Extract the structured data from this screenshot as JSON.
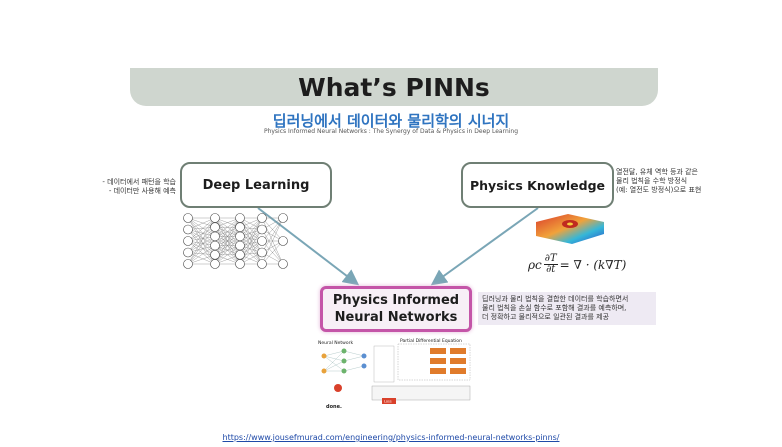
{
  "title": "What’s PINNs",
  "subtitle_ko": "딥러닝에서 데이터와 물리학의 시너지",
  "subtitle_en": "Physics Informed Neural Networks : The Synergy of Data & Physics in Deep Learning",
  "nodes": {
    "deep_learning": "Deep Learning",
    "physics_knowledge": "Physics Knowledge",
    "pinn_line1": "Physics Informed",
    "pinn_line2": "Neural Networks"
  },
  "notes": {
    "dl_line1": "- 데이터에서 패턴을 학습",
    "dl_line2": "- 데이터만 사용해 예측",
    "pk_line1": "열전달, 유체 역학 등과 같은",
    "pk_line2": "물리 법칙을 수학 방정식",
    "pk_line3": "(예: 열전도 방정식)으로 표현",
    "pinn_line1": "딥러닝과 물리 법칙을 결합한 데이터를 학습하면서",
    "pinn_line2": "물리 법칙을 손실 함수로 포함해 결과를 예측하며,",
    "pinn_line3": "더 정확하고 물리적으로 일관된 결과를 제공"
  },
  "equation": {
    "lhs_coef": "ρc",
    "num": "∂T",
    "den": "∂t",
    "rhs": "= ∇ · (k∇T)"
  },
  "mini_diagram": {
    "nn_label": "Neural Network",
    "pde_label": "Partial Differential Equation",
    "done_label": "done.",
    "loss_label": "Loss"
  },
  "url": "https://www.jousefmurad.com/engineering/physics-informed-neural-networks-pinns/",
  "colors": {
    "arrow": "#7aa6b6",
    "pinn_border": "#c455a8",
    "subtitle": "#2f74c0",
    "banner": "#cfd6cf"
  }
}
